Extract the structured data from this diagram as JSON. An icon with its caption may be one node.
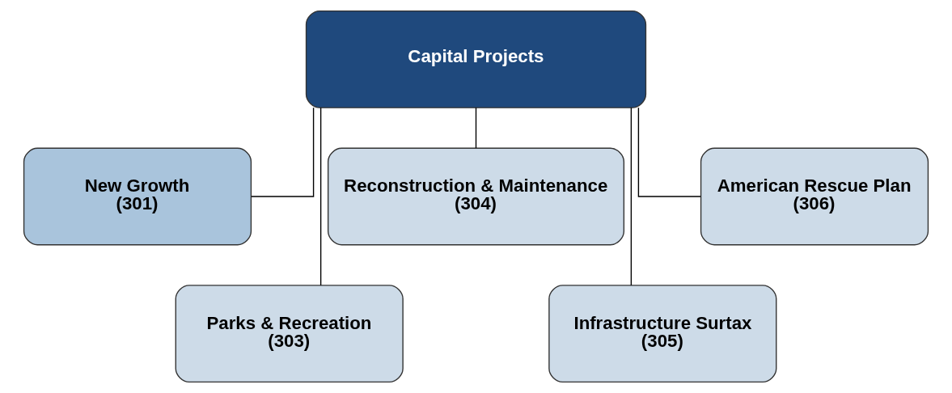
{
  "diagram": {
    "nodes": [
      {
        "text": [
          "Capital Projects"
        ]
      },
      {
        "text": [
          "New Growth",
          "(301)"
        ]
      },
      {
        "text": [
          "Parks & Recreation",
          "(303)"
        ]
      },
      {
        "text": [
          "Reconstruction & Maintenance",
          "(304)"
        ]
      },
      {
        "text": [
          "Infrastructure Surtax",
          "(305)"
        ]
      },
      {
        "text": [
          "American Rescue Plan",
          "(306)"
        ]
      }
    ],
    "edges": [
      {
        "from": 0,
        "to": 1,
        "arrow": "none"
      },
      {
        "from": 0,
        "to": 2,
        "arrow": "none"
      },
      {
        "from": 0,
        "to": 3,
        "arrow": "none"
      },
      {
        "from": 0,
        "to": 4,
        "arrow": "none"
      },
      {
        "from": 0,
        "to": 5,
        "arrow": "none"
      }
    ]
  }
}
